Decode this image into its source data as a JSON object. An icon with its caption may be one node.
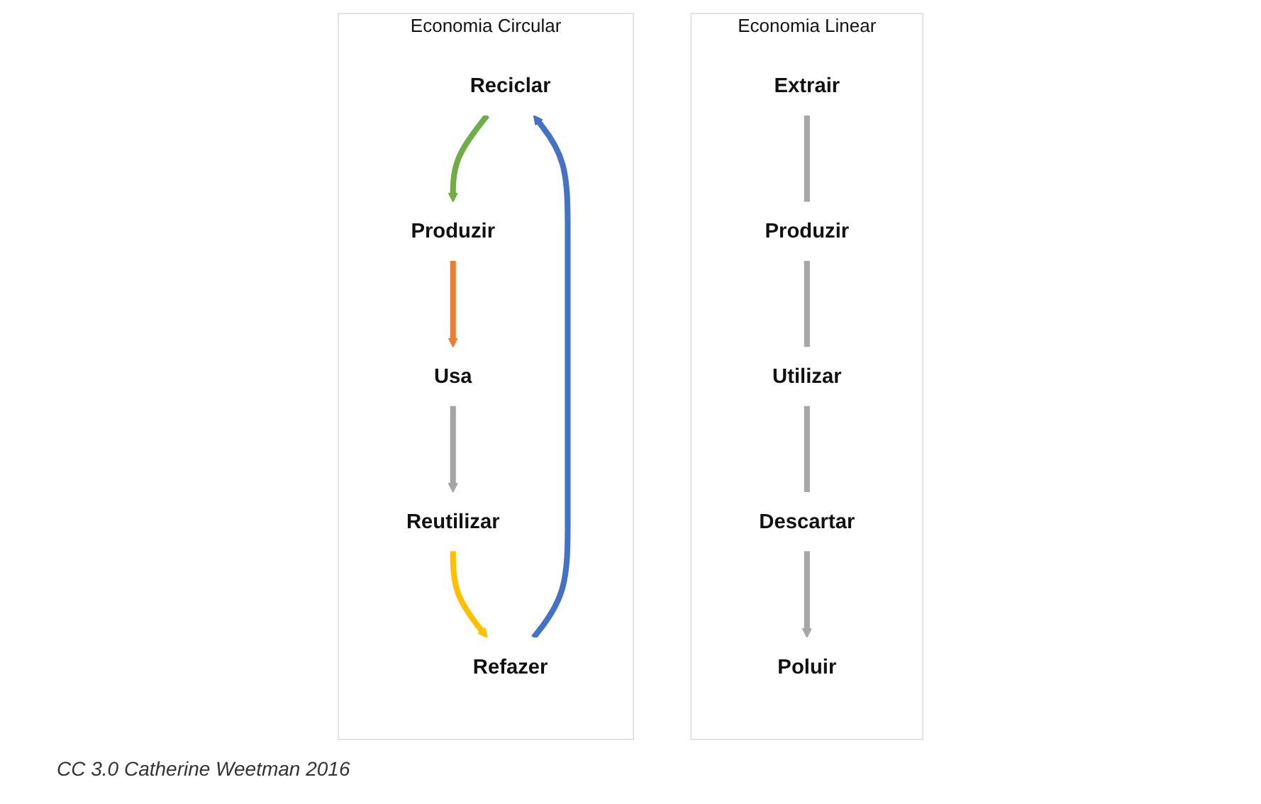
{
  "diagram": {
    "caption": "CC 3.0 Catherine Weetman 2016",
    "nodes": [
      {
        "text": [
          "Economia Linear"
        ]
      },
      {
        "text": [
          "Extrair"
        ],
        "in": 0
      },
      {
        "text": [
          "Produzir"
        ],
        "in": 0
      },
      {
        "text": [
          "Utilizar"
        ],
        "in": 0
      },
      {
        "text": [
          "Descartar"
        ],
        "in": 0
      },
      {
        "text": [
          "Poluir"
        ],
        "in": 0
      },
      {
        "text": [
          "Economia Circular"
        ]
      },
      {
        "text": [
          "Reciclar"
        ],
        "in": 6
      },
      {
        "text": [
          "Produzir"
        ],
        "in": 6
      },
      {
        "text": [
          "Usa"
        ],
        "in": 6
      },
      {
        "text": [
          "Reutilizar"
        ],
        "in": 6
      },
      {
        "text": [
          "Refazer"
        ],
        "in": 6
      }
    ],
    "edges": [
      {
        "from": 1,
        "to": 2,
        "arrow": "none"
      },
      {
        "from": 2,
        "to": 3,
        "arrow": "none"
      },
      {
        "from": 3,
        "to": 4,
        "arrow": "none"
      },
      {
        "from": 4,
        "to": 5,
        "arrow": "to"
      },
      {
        "from": 7,
        "to": 8,
        "arrow": "to",
        "color": "#70ad47"
      },
      {
        "from": 8,
        "to": 9,
        "arrow": "to",
        "color": "#ed7d31"
      },
      {
        "from": 9,
        "to": 10,
        "arrow": "to",
        "color": "#a5a5a5"
      },
      {
        "from": 10,
        "to": 11,
        "arrow": "to",
        "color": "#ffc000"
      },
      {
        "from": 11,
        "to": 7,
        "arrow": "to",
        "color": "#4472c4"
      }
    ]
  }
}
